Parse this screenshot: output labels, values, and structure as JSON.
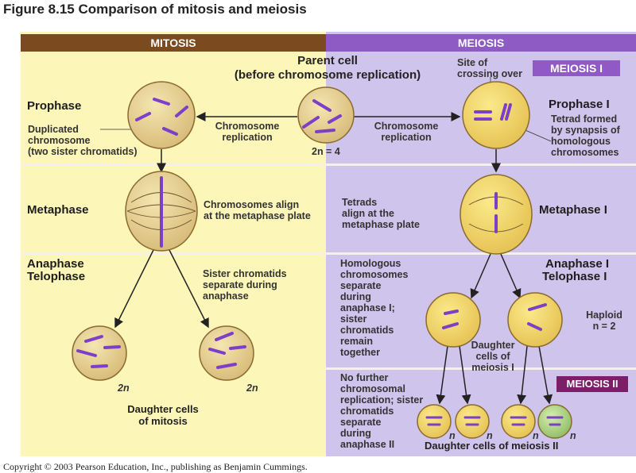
{
  "figure": {
    "title": "Figure 8.15  Comparison of mitosis and meiosis"
  },
  "headers": {
    "mitosis": "MITOSIS",
    "meiosis": "MEIOSIS"
  },
  "badges": {
    "meiosis_1": "MEIOSIS I",
    "meiosis_2": "MEIOSIS II"
  },
  "parent": {
    "title": "Parent cell",
    "subtitle": "(before chromosome replication)",
    "ploidy": "2n = 4"
  },
  "mitosis": {
    "phases": {
      "prophase": "Prophase",
      "metaphase": "Metaphase",
      "anaphase": "Anaphase",
      "telophase": "Telophase"
    },
    "replication_label": [
      "Chromosome",
      "replication"
    ],
    "duplicated_label": [
      "Duplicated",
      "chromosome",
      "(two sister chromatids)"
    ],
    "metaphase_label": [
      "Chromosomes align",
      "at the metaphase plate"
    ],
    "anaphase_label": [
      "Sister chromatids",
      "separate during",
      "anaphase"
    ],
    "daughter_ploidy_left": "2n",
    "daughter_ploidy_right": "2n",
    "daughter_label": [
      "Daughter cells",
      "of mitosis"
    ]
  },
  "meiosis": {
    "replication_label": [
      "Chromosome",
      "replication"
    ],
    "crossing_label": [
      "Site of",
      "crossing over"
    ],
    "prophase": "Prophase I",
    "tetrad_label": [
      "Tetrad formed",
      "by synapsis of",
      "homologous",
      "chromosomes"
    ],
    "metaphase_desc": [
      "Tetrads",
      "align at the",
      "metaphase plate"
    ],
    "metaphase": "Metaphase I",
    "anaphase": "Anaphase I",
    "telophase": "Telophase I",
    "homologous_label": [
      "Homologous",
      "chromosomes",
      "separate",
      "during",
      "anaphase I;",
      "sister",
      "chromatids",
      "remain",
      "together"
    ],
    "haploid_label": [
      "Haploid",
      "n = 2"
    ],
    "daughter1_label": [
      "Daughter",
      "cells of",
      "meiosis I"
    ],
    "meiosis2_desc": [
      "No further",
      "chromosomal",
      "replication; sister",
      "chromatids",
      "separate",
      "during",
      "anaphase II"
    ],
    "daughter2_ploidy": [
      "n",
      "n",
      "n",
      "n"
    ],
    "daughter2_label": "Daughter cells of meiosis II"
  },
  "colors": {
    "mitosis_bg": "#fcf6b8",
    "meiosis_bg": "#cfc4ec",
    "mitosis_header": "#7b4a1e",
    "meiosis_header": "#8e5bc4",
    "chromosome": "#8a4fd0",
    "cell_fill": "#e2c98a"
  },
  "copyright": "Copyright © 2003 Pearson Education, Inc., publishing as Benjamin Cummings."
}
